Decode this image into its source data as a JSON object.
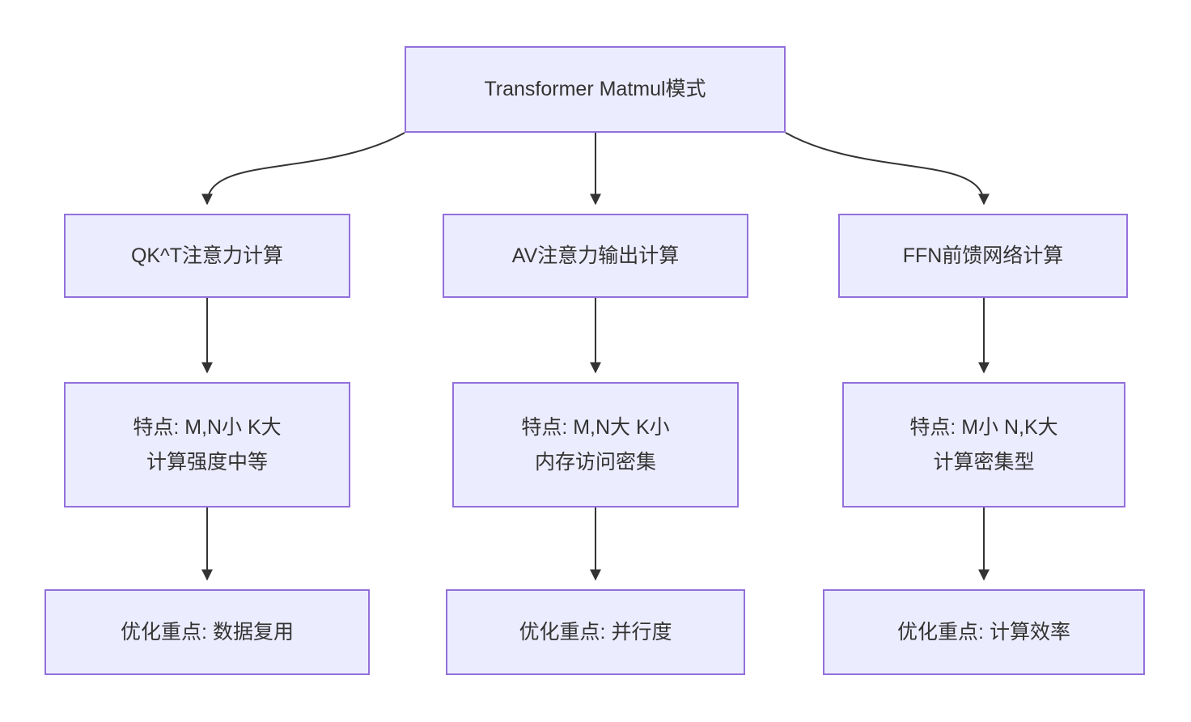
{
  "diagram": {
    "type": "flowchart",
    "direction": "top-down",
    "background_color": "#FFFFFF",
    "node_fill_color": "#ECECFF",
    "node_border_color": "#9370DB",
    "text_color": "#333333",
    "arrow_color": "#333333"
  },
  "nodes": {
    "root": {
      "label": "Transformer Matmul模式"
    },
    "qkt": {
      "label": "QK^T注意力计算"
    },
    "av": {
      "label": "AV注意力输出计算"
    },
    "ffn": {
      "label": "FFN前馈网络计算"
    },
    "qkt_feat": {
      "line1": "特点: M,N小 K大",
      "line2": "计算强度中等"
    },
    "av_feat": {
      "line1": "特点: M,N大 K小",
      "line2": "内存访问密集"
    },
    "ffn_feat": {
      "line1": "特点: M小 N,K大",
      "line2": "计算密集型"
    },
    "qkt_opt": {
      "label": "优化重点: 数据复用"
    },
    "av_opt": {
      "label": "优化重点: 并行度"
    },
    "ffn_opt": {
      "label": "优化重点: 计算效率"
    }
  },
  "edges": [
    {
      "from": "root",
      "to": "qkt"
    },
    {
      "from": "root",
      "to": "av"
    },
    {
      "from": "root",
      "to": "ffn"
    },
    {
      "from": "qkt",
      "to": "qkt_feat"
    },
    {
      "from": "av",
      "to": "av_feat"
    },
    {
      "from": "ffn",
      "to": "ffn_feat"
    },
    {
      "from": "qkt_feat",
      "to": "qkt_opt"
    },
    {
      "from": "av_feat",
      "to": "av_opt"
    },
    {
      "from": "ffn_feat",
      "to": "ffn_opt"
    }
  ]
}
